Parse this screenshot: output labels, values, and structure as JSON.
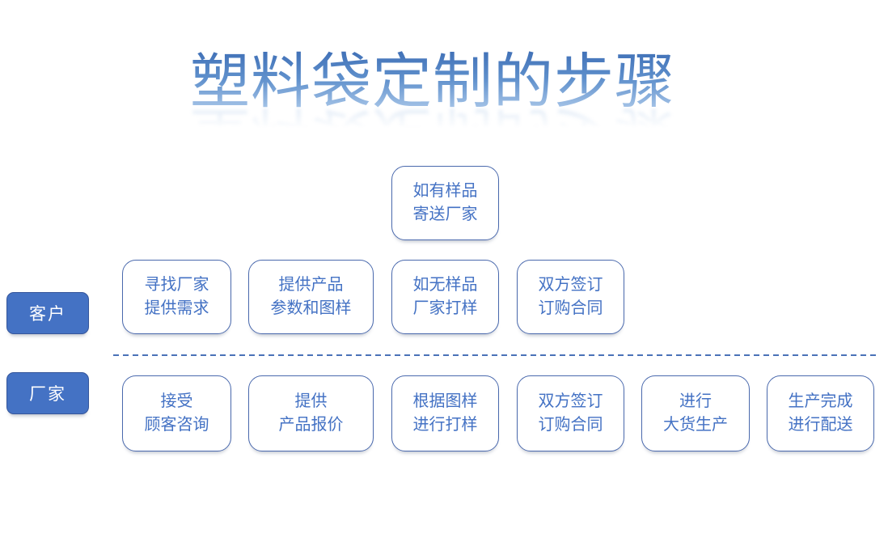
{
  "title": "塑料袋定制的步骤",
  "colors": {
    "accent": "#4472C4",
    "box_border": "#4A69AD",
    "box_text": "#4472C4",
    "lane_label_fill": "#4472C4",
    "lane_label_text": "#FFFFFF",
    "divider": "#4A72B8",
    "title_gradient_top": "#3F6FB6",
    "title_gradient_bottom": "#B5CFED"
  },
  "optional_step": {
    "line1": "如有样品",
    "line2": "寄送厂家"
  },
  "lanes": {
    "customer": {
      "label": "客户",
      "steps": [
        {
          "line1": "寻找厂家",
          "line2": "提供需求"
        },
        {
          "line1": "提供产品",
          "line2": "参数和图样"
        },
        {
          "line1": "如无样品",
          "line2": "厂家打样"
        },
        {
          "line1": "双方签订",
          "line2": "订购合同"
        }
      ]
    },
    "factory": {
      "label": "厂家",
      "steps": [
        {
          "line1": "接受",
          "line2": "顾客咨询"
        },
        {
          "line1": "提供",
          "line2": "产品报价"
        },
        {
          "line1": "根据图样",
          "line2": "进行打样"
        },
        {
          "line1": "双方签订",
          "line2": "订购合同"
        },
        {
          "line1": "进行",
          "line2": "大货生产"
        },
        {
          "line1": "生产完成",
          "line2": "进行配送"
        }
      ]
    }
  }
}
